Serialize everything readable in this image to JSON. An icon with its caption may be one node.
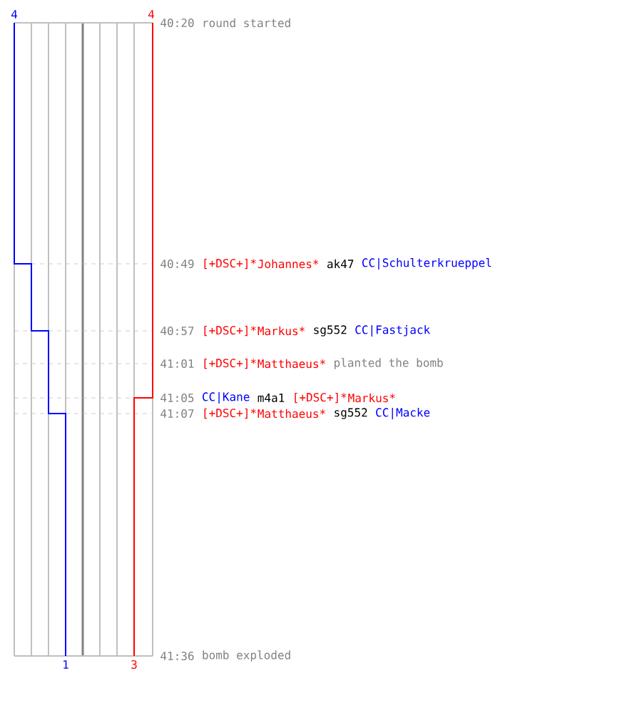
{
  "diagram": {
    "labels": [
      "4",
      "4",
      "40:20",
      "round started",
      "40:49",
      "[+DSC+]*",
      "Johannes*",
      "ak47",
      "CC|Schulterkrueppel",
      "40:57",
      "[+DSC+]*",
      "Markus*",
      "sg552",
      "CC|Fastjack",
      "41:01",
      "[+DSC+]*",
      "Matthaeus*",
      "planted the bomb",
      "41:05",
      "CC|Kane",
      "m4a1",
      "[+DSC+]*",
      "Markus*",
      "41:07",
      "[+DSC+]*",
      "Matthaeus*",
      "sg552",
      "CC|Macke",
      "1",
      "3",
      "41:36",
      "bomb exploded"
    ]
  }
}
